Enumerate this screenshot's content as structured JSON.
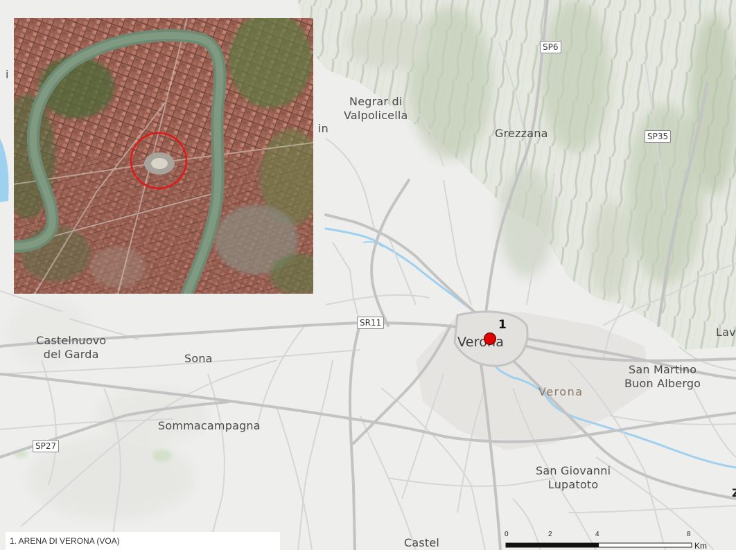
{
  "map": {
    "places": [
      {
        "id": "negrar",
        "lines": [
          "Negrar di",
          "Valpolicella"
        ]
      },
      {
        "id": "grezzana",
        "lines": [
          "Grezzana"
        ]
      },
      {
        "id": "castelnuovo",
        "lines": [
          "Castelnuovo",
          "del Garda"
        ]
      },
      {
        "id": "sona",
        "lines": [
          "Sona"
        ]
      },
      {
        "id": "sommacampagna",
        "lines": [
          "Sommacampagna"
        ]
      },
      {
        "id": "verona-city",
        "lines": [
          "Verona"
        ]
      },
      {
        "id": "verona-area",
        "lines": [
          "Verona"
        ]
      },
      {
        "id": "san-martino",
        "lines": [
          "San Martino",
          "Buon Albergo"
        ]
      },
      {
        "id": "san-giovanni",
        "lines": [
          "San Giovanni",
          "Lupatoto"
        ]
      },
      {
        "id": "castel",
        "lines": [
          "Castel"
        ]
      },
      {
        "id": "lav",
        "lines": [
          "Lav"
        ]
      }
    ],
    "road_shields": [
      {
        "id": "sp6",
        "label": "SP6"
      },
      {
        "id": "sp35",
        "label": "SP35"
      },
      {
        "id": "sr11",
        "label": "SR11"
      },
      {
        "id": "sp27",
        "label": "SP27"
      }
    ],
    "edge_fragments": [
      "in",
      "i",
      "Z"
    ],
    "marker": {
      "number": "1",
      "color": "#e00000"
    },
    "legend": {
      "entry": "1. ARENA DI VERONA (VOA)"
    },
    "scale_bar": {
      "ticks": [
        "0",
        "2",
        "4",
        "8"
      ],
      "unit": "Km"
    },
    "inset": {
      "type": "satellite-image",
      "highlight_color": "#e01818"
    },
    "colors": {
      "water": "#9ed0ef",
      "roads": "#d2d2d2",
      "highways": "#b8b8b8",
      "background": "#eeeeec",
      "hills": "#d7ddd0"
    }
  }
}
